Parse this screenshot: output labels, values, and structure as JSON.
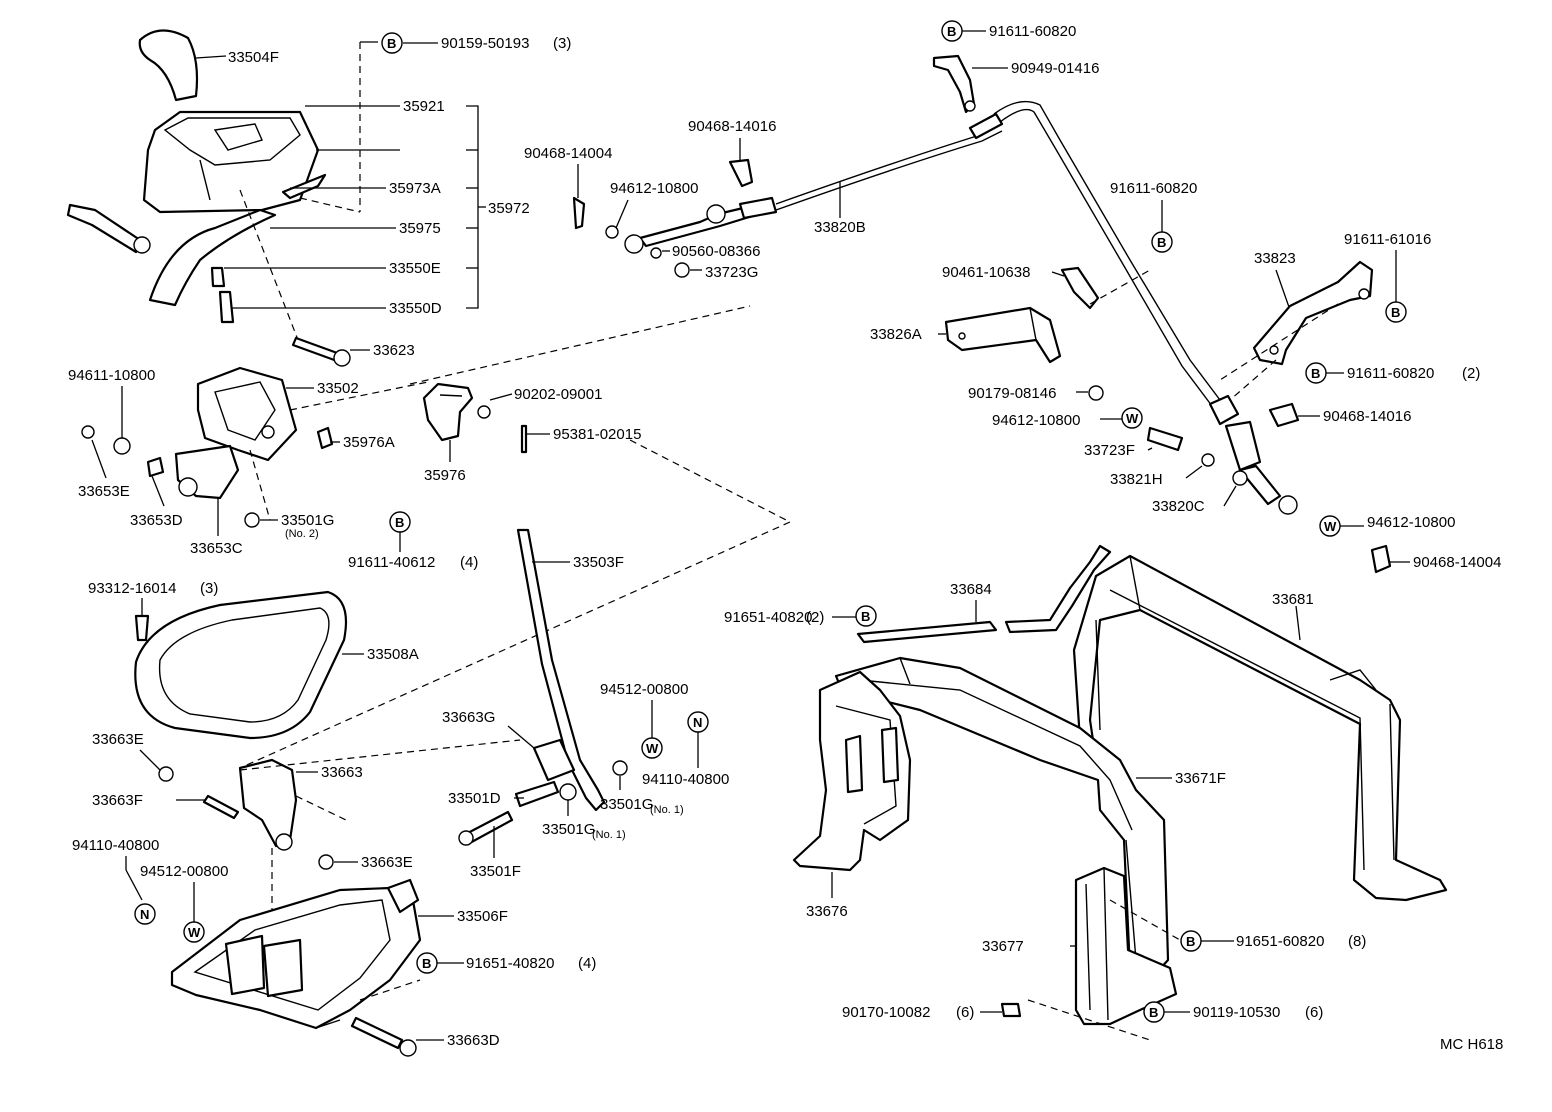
{
  "diagram": {
    "code": "MC H618",
    "symbols": {
      "B": "B",
      "W": "W",
      "N": "N"
    },
    "labels": {
      "p33504F": "33504F",
      "p90159": "90159-50193",
      "p90159_qty": "(3)",
      "p35921": "35921",
      "p35973A": "35973A",
      "p35972": "35972",
      "p35975": "35975",
      "p33550E": "33550E",
      "p33550D": "33550D",
      "p33623": "33623",
      "p94611": "94611-10800",
      "p33502": "33502",
      "p35976A": "35976A",
      "p33653E": "33653E",
      "p33653D": "33653D",
      "p33653C": "33653C",
      "p33501G2": "33501G",
      "p33501G2_note": "(No. 2)",
      "p91611_40612": "91611-40612",
      "p91611_40612_qty": "(4)",
      "p35976": "35976",
      "p90202": "90202-09001",
      "p95381": "95381-02015",
      "p90468_14004a": "90468-14004",
      "p94612_10800a": "94612-10800",
      "p90468_14016a": "90468-14016",
      "p90560": "90560-08366",
      "p33723G": "33723G",
      "p33820B": "33820B",
      "p91611_60820a": "91611-60820",
      "p90949": "90949-01416",
      "p91611_60820b": "91611-60820",
      "p90461": "90461-10638",
      "p33826A": "33826A",
      "p33823": "33823",
      "p91611_61016": "91611-61016",
      "p91611_60820c": "91611-60820",
      "p91611_60820c_qty": "(2)",
      "p90179": "90179-08146",
      "p94612_10800b": "94612-10800",
      "p90468_14016b": "90468-14016",
      "p33723F": "33723F",
      "p33821H": "33821H",
      "p33820C": "33820C",
      "p94612_10800c": "94612-10800",
      "p90468_14004b": "90468-14004",
      "p93312": "93312-16014",
      "p93312_qty": "(3)",
      "p33508A": "33508A",
      "p33503F": "33503F",
      "p91651_40820a": "91651-40820",
      "p91651_40820a_qty": "(2)",
      "p33684": "33684",
      "p33681": "33681",
      "p94512_00800a": "94512-00800",
      "p94110_40800a": "94110-40800",
      "p33663G": "33663G",
      "p33663E_a": "33663E",
      "p33663": "33663",
      "p33663F": "33663F",
      "p33501D": "33501D",
      "p33501G1a": "33501G",
      "p33501G1a_note": "(No. 1)",
      "p33501G1b": "33501G",
      "p33501G1b_note": "(No. 1)",
      "p33501F": "33501F",
      "p33671F": "33671F",
      "p94110_40800b": "94110-40800",
      "p94512_00800b": "94512-00800",
      "p33663E_b": "33663E",
      "p33506F": "33506F",
      "p91651_40820b": "91651-40820",
      "p91651_40820b_qty": "(4)",
      "p33663D": "33663D",
      "p33676": "33676",
      "p33677": "33677",
      "p91651_60820": "91651-60820",
      "p91651_60820_qty": "(8)",
      "p90170": "90170-10082",
      "p90170_qty": "(6)",
      "p90119": "90119-10530",
      "p90119_qty": "(6)"
    }
  }
}
